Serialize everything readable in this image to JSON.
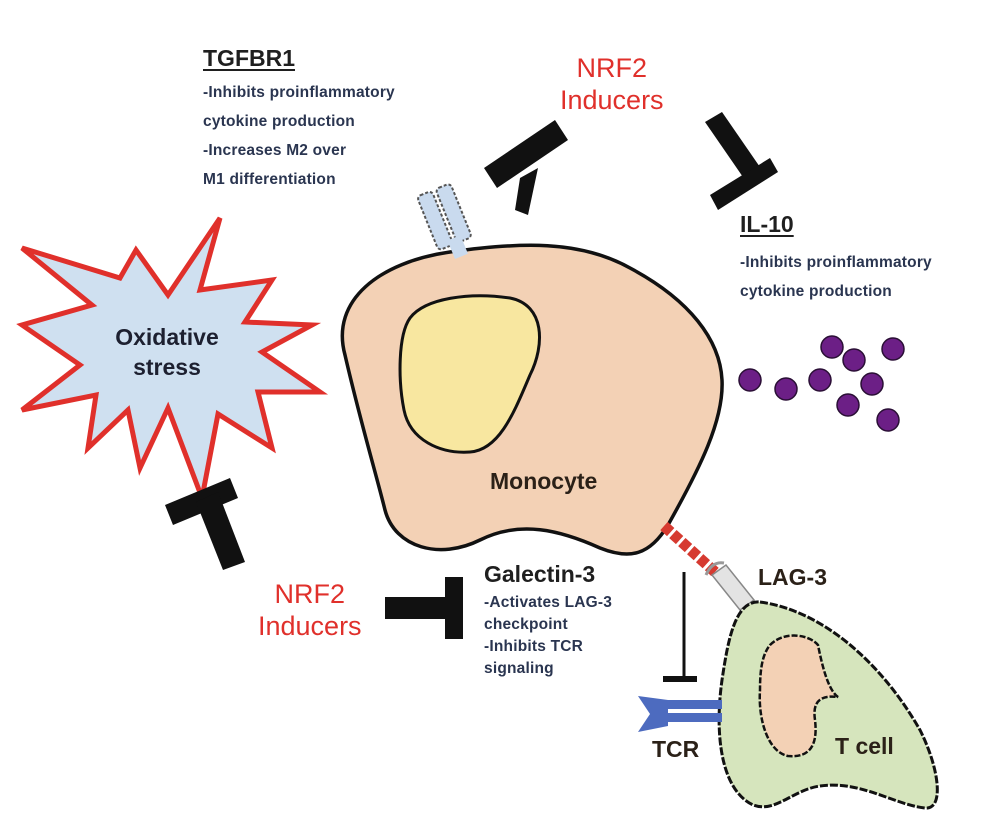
{
  "title": "NRF2 inducers modulate monocyte immunosuppressive signaling",
  "colors": {
    "inducer_text": "#e0302b",
    "monocyte_fill": "#f3d1b5",
    "nucleus_fill": "#f8e7a0",
    "tcell_fill": "#d6e5bd",
    "tcell_nucleus_fill": "#f3d1b5",
    "stress_fill": "#cfe0f0",
    "stress_outline": "#e0302b",
    "il10_particles": "#6c1f86",
    "tgfbr1_receptor": "#c9daee",
    "galectin3": "#d63a30",
    "lag3": "#e3e3e3",
    "tcr": "#4d6bbf",
    "inhibition_bar": "#111111"
  },
  "nrf2_top": {
    "line1": "NRF2",
    "line2": "Inducers"
  },
  "nrf2_bottom": {
    "line1": "NRF2",
    "line2": "Inducers"
  },
  "tgfbr1": {
    "title": "TGFBR1",
    "lines": [
      "-Inhibits proinflammatory",
      "cytokine production",
      "-Increases M2 over",
      "M1 differentiation"
    ]
  },
  "il10": {
    "title": "IL-10",
    "lines": [
      "-Inhibits proinflammatory",
      "cytokine production"
    ]
  },
  "galectin3": {
    "title": "Galectin-3",
    "lines": [
      "-Activates LAG-3",
      "checkpoint",
      "-Inhibits TCR",
      "signaling"
    ]
  },
  "oxidative_stress": {
    "line1": "Oxidative",
    "line2": "stress"
  },
  "monocyte": {
    "label": "Monocyte"
  },
  "tcell": {
    "label": "T cell"
  },
  "lag3": {
    "label": "LAG-3"
  },
  "tcr": {
    "label": "TCR"
  },
  "il10_particle_count": 9
}
